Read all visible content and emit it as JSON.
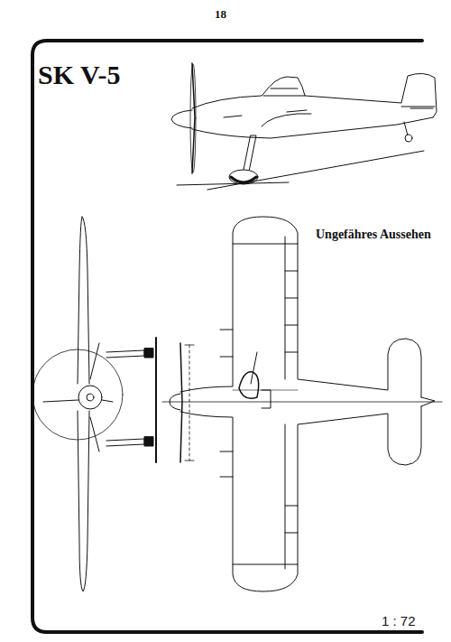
{
  "diagram": {
    "title": "SK V-5",
    "labels": [
      "18",
      "Ungefähres Aussehen",
      "1 : 72"
    ]
  }
}
